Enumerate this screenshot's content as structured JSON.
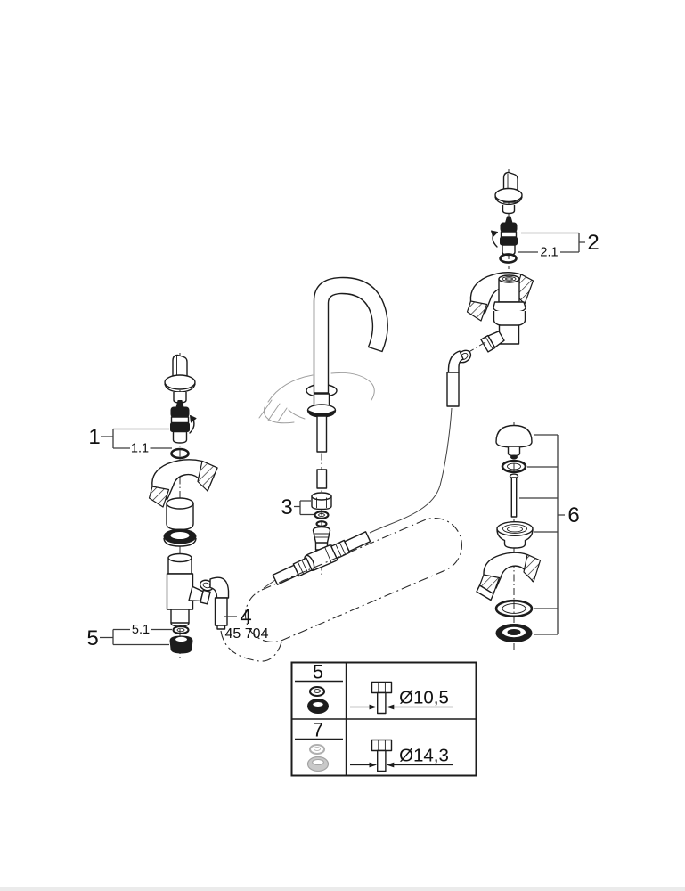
{
  "colors": {
    "ink": "#1c1c1c",
    "callout_line": "#3c3c3c",
    "sketch_gray": "#9e9e9e",
    "muted_part_gray": "#b0b0b0",
    "footer_strip": "#ebebeb"
  },
  "callouts": {
    "left_valve": {
      "label": "1",
      "sub_label": "1.1"
    },
    "right_valve": {
      "label": "2",
      "sub_label": "2.1"
    },
    "spout_union": {
      "label": "3"
    },
    "connection_hose": {
      "label": "4",
      "part_number": "45 704"
    },
    "mounting_nut": {
      "label": "5",
      "sub_label": "5.1"
    },
    "waste_set": {
      "label": "6"
    }
  },
  "size_table": {
    "rows": [
      {
        "ref": "5",
        "diameter": "Ø10,5"
      },
      {
        "ref": "7",
        "diameter": "Ø14,3"
      }
    ]
  }
}
